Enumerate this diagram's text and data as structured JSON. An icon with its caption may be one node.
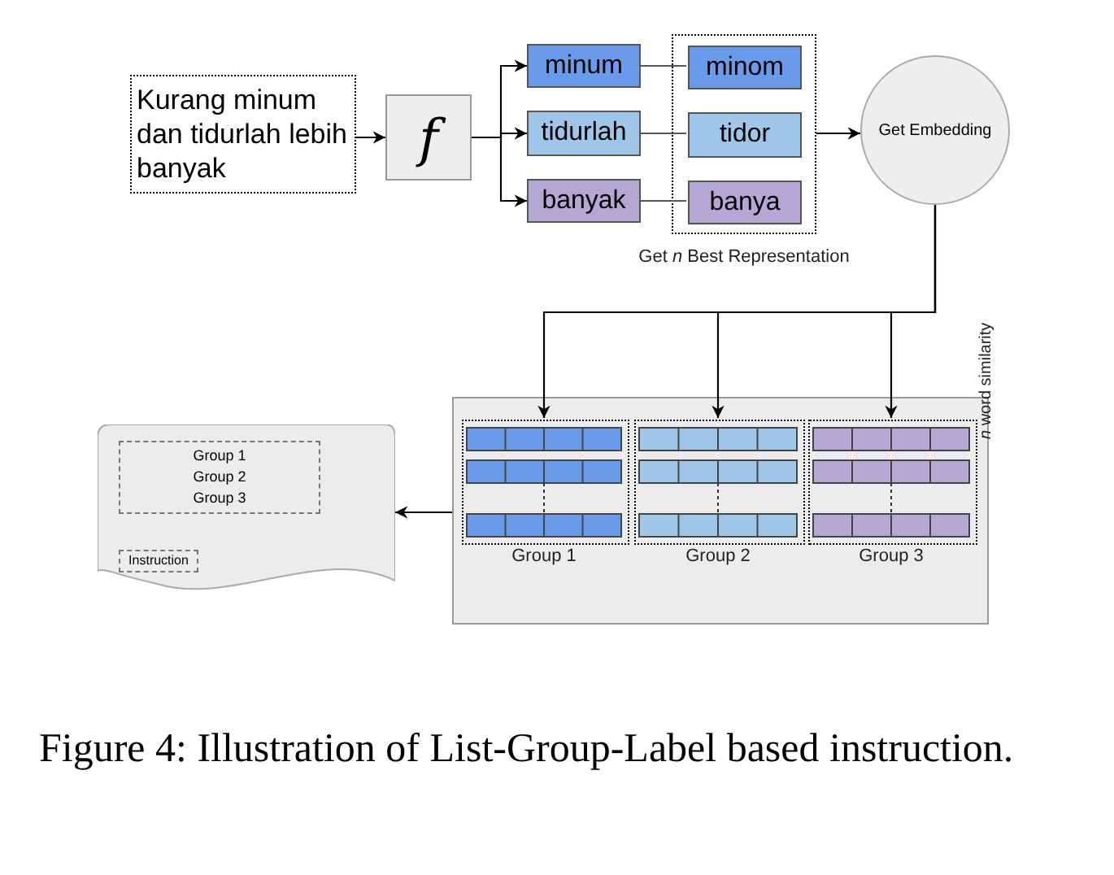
{
  "diagram": {
    "caption": "Figure 4: Illustration of List-Group-Label based instruction.",
    "nodes": [
      {
        "text": [
          "Kurang minum dan tidurlah lebih banyak"
        ]
      },
      {
        "text": [
          "f"
        ]
      },
      {
        "text": [
          "minum"
        ]
      },
      {
        "text": [
          "tidurlah"
        ]
      },
      {
        "text": [
          "banyak"
        ]
      },
      {
        "text": [],
        "shape": "box",
        "beside": [
          "Get *n* Best Representation"
        ]
      },
      {
        "text": [
          "minom"
        ],
        "in": 5
      },
      {
        "text": [
          "tidor"
        ],
        "in": 5
      },
      {
        "text": [
          "banya"
        ],
        "in": 5
      },
      {
        "text": [
          "Get Embedding"
        ]
      },
      {
        "text": [],
        "shape": "box",
        "beside": [
          "*n* word similarity"
        ]
      },
      {
        "text": [],
        "shape": "box",
        "in": 10,
        "beside": [
          "Group 1"
        ]
      },
      {
        "text": [],
        "shape": "box",
        "in": 10,
        "beside": [
          "Group 2"
        ]
      },
      {
        "text": [],
        "shape": "box",
        "in": 10,
        "beside": [
          "Group 3"
        ]
      },
      {
        "text": [],
        "shape": "document"
      },
      {
        "text": [
          "Group 1",
          "Group 2",
          "Group 3"
        ],
        "in": 14
      },
      {
        "text": [
          "Instruction"
        ],
        "in": 14
      }
    ],
    "edges": [
      {
        "from": 0,
        "to": 1,
        "arrow": "to"
      },
      {
        "from": 1,
        "to": 2,
        "arrow": "to"
      },
      {
        "from": 1,
        "to": 3,
        "arrow": "to"
      },
      {
        "from": 1,
        "to": 4,
        "arrow": "to"
      },
      {
        "from": 2,
        "to": 6,
        "arrow": "none"
      },
      {
        "from": 3,
        "to": 7,
        "arrow": "none"
      },
      {
        "from": 4,
        "to": 8,
        "arrow": "none"
      },
      {
        "from": 5,
        "to": 9,
        "arrow": "to"
      },
      {
        "from": 9,
        "to": 11,
        "arrow": "to"
      },
      {
        "from": 9,
        "to": 12,
        "arrow": "to"
      },
      {
        "from": 9,
        "to": 13,
        "arrow": "to"
      },
      {
        "from": 10,
        "to": 14,
        "arrow": "to"
      }
    ]
  }
}
